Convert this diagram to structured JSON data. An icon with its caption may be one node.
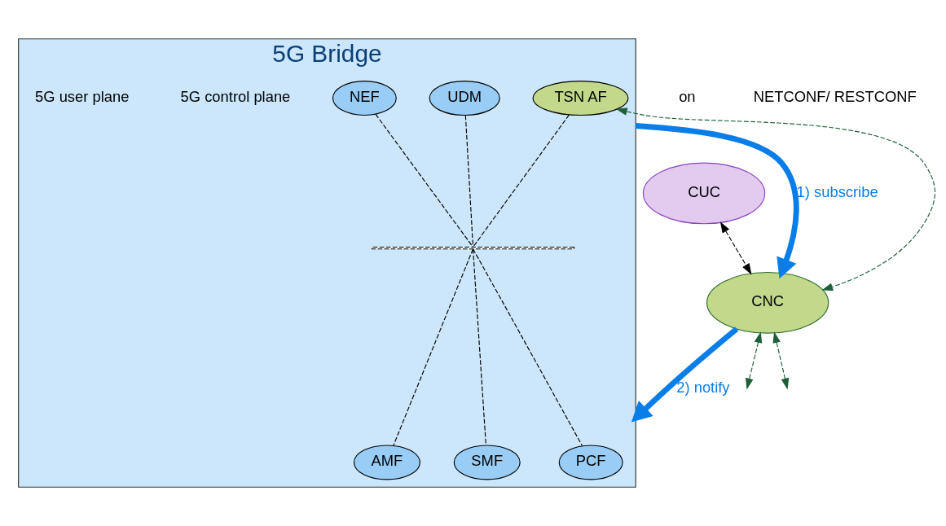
{
  "diagram": {
    "nodes": [
      {
        "text": [
          "5G Bridge"
        ]
      },
      {
        "text": [
          "UDM"
        ],
        "in": 0
      },
      {
        "text": [
          "NEF"
        ],
        "in": 0
      },
      {
        "text": [
          "TSN AF"
        ],
        "in": 0
      },
      {
        "text": [
          "AMF"
        ],
        "in": 0
      },
      {
        "text": [
          "SMF"
        ],
        "in": 0
      },
      {
        "text": [
          "PCF"
        ],
        "in": 0
      },
      {
        "text": [],
        "shape": "bar",
        "in": 0
      },
      {
        "text": [
          "CUC"
        ]
      },
      {
        "text": [
          "CNC"
        ]
      }
    ],
    "edges": [
      {
        "from": 1,
        "to": 7,
        "arrow": "none",
        "style": "dashed"
      },
      {
        "from": 2,
        "to": 7,
        "arrow": "none",
        "style": "dashed"
      },
      {
        "from": 3,
        "to": 7,
        "arrow": "none",
        "style": "dashed"
      },
      {
        "from": 7,
        "to": 4,
        "arrow": "none",
        "style": "dashed"
      },
      {
        "from": 7,
        "to": 5,
        "arrow": "none",
        "style": "dashed"
      },
      {
        "from": 7,
        "to": 6,
        "arrow": "none",
        "style": "dashed"
      },
      {
        "from": 0,
        "to": 9,
        "arrow": "to",
        "label": "1) subscribe",
        "style": "thick",
        "color": "#0a7ee8"
      },
      {
        "from": 9,
        "to": 0,
        "arrow": "to",
        "label": "2) notify",
        "style": "thick",
        "color": "#0a7ee8"
      },
      {
        "from": 3,
        "to": 9,
        "arrow": "both",
        "style": "dashed",
        "color": "#1e5e3a"
      },
      {
        "from": 8,
        "to": 9,
        "arrow": "both",
        "style": "dashed",
        "color": "#000000"
      },
      {
        "from": 9,
        "to": null,
        "arrow": "both",
        "style": "dashed",
        "color": "#1e5e3a"
      },
      {
        "from": 9,
        "to": null,
        "arrow": "both",
        "style": "dashed",
        "color": "#1e5e3a"
      }
    ],
    "labels": [
      "on",
      "NETCONF/ RESTCONF",
      "5G control plane",
      "5G user plane"
    ]
  }
}
